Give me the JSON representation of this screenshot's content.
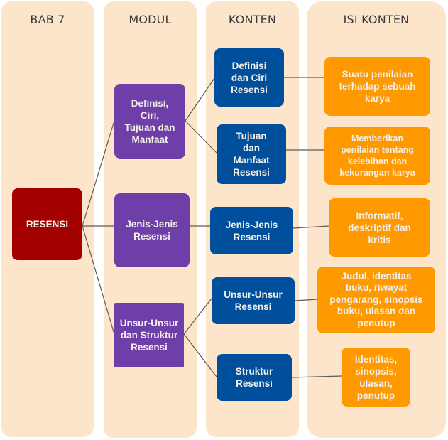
{
  "columns": [
    {
      "title": "BAB 7"
    },
    {
      "title": "MODUL"
    },
    {
      "title": "KONTEN"
    },
    {
      "title": "ISI KONTEN"
    }
  ],
  "root": {
    "label": "RESENSI"
  },
  "modul": [
    {
      "label": "Definisi,\nCiri,\nTujuan dan\nManfaat"
    },
    {
      "label": "Jenis-Jenis\nResensi"
    },
    {
      "label": "Unsur-Unsur\ndan Struktur\nResensi"
    }
  ],
  "konten": [
    {
      "label": "Definisi\ndan Ciri\nResensi"
    },
    {
      "label": "Tujuan\ndan\nManfaat\nResensi"
    },
    {
      "label": "Jenis-Jenis\nResensi"
    },
    {
      "label": "Unsur-Unsur\nResensi"
    },
    {
      "label": "Struktur\nResensi"
    }
  ],
  "isi": [
    {
      "label": "Suatu penilaian\nterhadap sebuah\nkarya"
    },
    {
      "label": "Memberikan\npenilaian tentang\nkelebihan dan\nkekurangan karya"
    },
    {
      "label": "Informatif,\ndeskriptif dan\nkritis"
    },
    {
      "label": "Judul, identitas\nbuku, riwayat\npengarang, sinopsis\nbuku, ulasan dan\npenutup"
    },
    {
      "label": "Identitas,\nsinopsis,\nulasan,\npenutup"
    }
  ],
  "colors": {
    "column_bg": "#fde5cb",
    "root": "#a30000",
    "modul": "#6e3fa9",
    "konten": "#004f9c",
    "isi": "#ff9900"
  }
}
